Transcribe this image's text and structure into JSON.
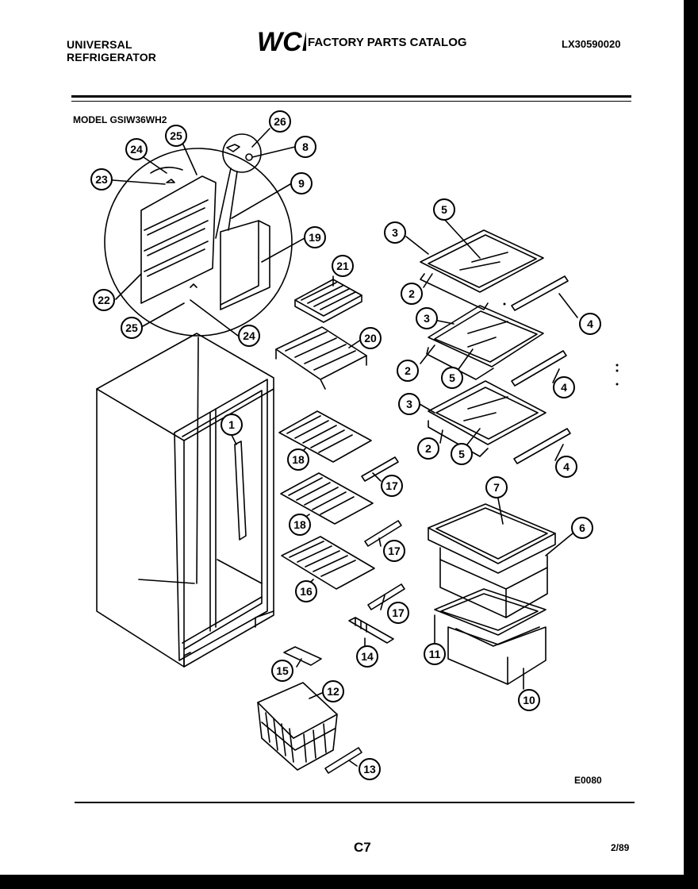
{
  "header": {
    "brand_line1": "UNIVERSAL",
    "brand_line2": "REFRIGERATOR",
    "logo_text": "WCI",
    "catalog_title": "FACTORY PARTS CATALOG",
    "catalog_number": "LX30590020"
  },
  "model_label": "MODEL GSIW36WH2",
  "callouts": [
    "26",
    "25",
    "24",
    "8",
    "23",
    "9",
    "19",
    "22",
    "25",
    "24",
    "21",
    "20",
    "1",
    "5",
    "3",
    "2",
    "4",
    "3",
    "2",
    "5",
    "4",
    "3",
    "2",
    "5",
    "4",
    "18",
    "17",
    "18",
    "17",
    "16",
    "17",
    "7",
    "6",
    "11",
    "10",
    "14",
    "15",
    "12",
    "13"
  ],
  "footer": {
    "diagram_code": "E0080",
    "page_code": "C7",
    "date_code": "2/89"
  },
  "colors": {
    "ink": "#000000",
    "paper": "#ffffff",
    "border": "#000000"
  }
}
